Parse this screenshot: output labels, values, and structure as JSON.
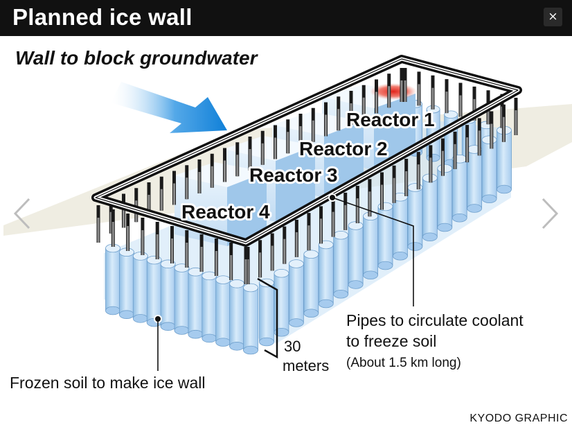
{
  "header": {
    "title": "Planned ice wall",
    "close_label": "×"
  },
  "graphic": {
    "subtitle": "Wall to block groundwater",
    "reactors": [
      "Reactor 1",
      "Reactor 2",
      "Reactor 3",
      "Reactor 4"
    ],
    "callouts": {
      "pipes_line1": "Pipes to circulate coolant",
      "pipes_line2": "to freeze soil",
      "pipes_line3": "(About 1.5 km long)",
      "depth_value": "30",
      "depth_unit": "meters",
      "frozen_soil": "Frozen soil to make ice wall"
    },
    "credit": "KYODO GRAPHIC",
    "colors": {
      "ice": "#bcd9f2",
      "ice_dark": "#8ab7e0",
      "arrow": "#1e88d8",
      "ground": "#efede2",
      "hotspot": "#e2231a"
    }
  },
  "navigation": {
    "prev_icon": "chevron-left-icon",
    "next_icon": "chevron-right-icon"
  }
}
